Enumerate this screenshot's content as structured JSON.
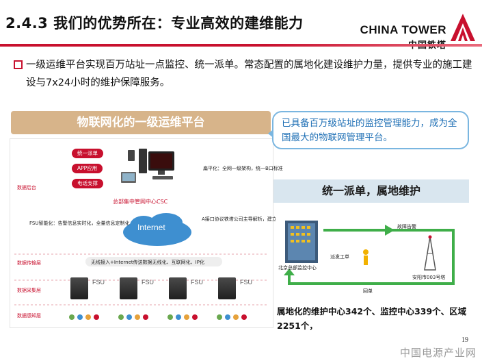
{
  "header": {
    "title": "2.4.3 我们的优势所在：专业高效的建维能力",
    "logo_en": "CHINA TOWER",
    "logo_cn": "中国铁塔",
    "brand_color": "#c8102e"
  },
  "bullet": {
    "text": "一级运维平台实现百万站址一点监控、统一派单。常态配置的属地化建设维护力量，提供专业的施工建设与7x24小时的维护保障服务。"
  },
  "left_panel": {
    "title": "物联网化的一级运维平台",
    "apps": [
      "统一派单",
      "APP应用",
      "电话支撑"
    ],
    "layers": [
      "数据后台",
      "数据传输层",
      "数据采集层",
      "数据感知层"
    ],
    "flat_label": "扁平化：全网一级架构，统一B口标准",
    "csc_label": "总部集中管网中心CSC",
    "fsu_smart_label": "FSU智能化：告警信息实时化，全量信息定制化",
    "a_interface_label": "A接口协议铁塔公司主导解析，建立自有统一协议库",
    "cloud_label": "Internet",
    "transport_label": "无线接入+Internet传送数据无线化、互联网化、IP化",
    "fsu_label": "FSU"
  },
  "callout": {
    "text": "已具备百万级站址的监控管理能力，成为全国最大的物联网管理平台。"
  },
  "right_panel": {
    "title": "统一派单，属地维护",
    "alarm_label": "故障告警",
    "center_label": "北京总部监控中心",
    "dispatch_label": "派发工单",
    "site_label": "安阳市003号塔",
    "return_label": "回单",
    "stats": "属地化的维护中心342个、监控中心339个、区域2251个，"
  },
  "footer": {
    "page_number": "19",
    "watermark": "中国电源产业网"
  }
}
